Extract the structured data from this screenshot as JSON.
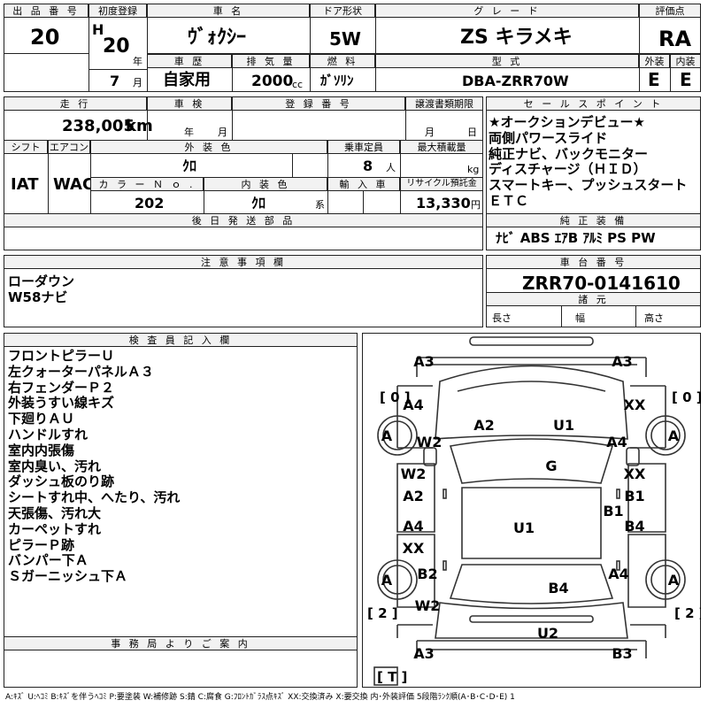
{
  "header": {
    "lot_label": "出 品 番 号",
    "lot_value": "20",
    "first_reg_label": "初度登録",
    "era": "H",
    "year": "20",
    "year_unit": "年",
    "month": "7",
    "month_unit": "月",
    "car_name_label": "車 名",
    "car_name": "ｳﾞｫｸｼｰ",
    "door_label": "ドア形状",
    "door": "5W",
    "grade_label": "グ レ ー ド",
    "grade": "ZS キラメキ",
    "score_label": "評価点",
    "score": "RA",
    "history_label": "車 歴",
    "history": "自家用",
    "displacement_label": "排 気 量",
    "displacement": "2000",
    "displacement_unit": "cc",
    "fuel_label": "燃 料",
    "fuel": "ｶﾞｿﾘﾝ",
    "model_label": "型 式",
    "model": "DBA-ZRR70W",
    "exterior_label": "外装",
    "exterior": "E",
    "interior_label": "内装",
    "interior": "E"
  },
  "row2": {
    "mileage_label": "走 行",
    "mileage": "238,005",
    "mileage_unit": "km",
    "inspection_label": "車 検",
    "inspection_year_unit": "年",
    "inspection_month_unit": "月",
    "reg_no_label": "登 録 番 号",
    "transfer_label": "譲渡書類期限",
    "transfer_month_unit": "月",
    "transfer_day_unit": "日",
    "shift_label": "シフト",
    "shift": "IAT",
    "ac_label": "エアコン",
    "ac": "WAC",
    "ext_color_label": "外 装 色",
    "ext_color": "ｸﾛ",
    "capacity_label": "乗車定員",
    "capacity": "8",
    "capacity_unit": "人",
    "max_load_label": "最大積載量",
    "max_load_unit": "kg",
    "color_no_label": "カ ラ ー Ｎ ｏ .",
    "color_no": "202",
    "int_color_label": "内 装 色",
    "int_color": "ｸﾛ",
    "int_color_unit": "系",
    "import_label": "輸 入 車",
    "recycle_label": "リサイクル預託金",
    "recycle": "13,330",
    "recycle_unit": "円",
    "later_parts_label": "後 日 発 送 部 品"
  },
  "sales_points": {
    "label": "セ ー ル ス ポ イ ン ト",
    "lines": [
      "★オークションデビュー★",
      "両側パワースライド",
      "純正ナビ、バックモニター",
      "ディスチャージ（ＨＩＤ）",
      "スマートキー、プッシュスタート",
      "ＥＴＣ"
    ]
  },
  "equipment": {
    "label": "純 正 装 備",
    "value": "ﾅﾋﾞ ABS ｴｱB ｱﾙﾐ PS PW"
  },
  "notes": {
    "label": "注 意 事 項 欄",
    "lines": [
      "ローダウン",
      "W58ナビ"
    ]
  },
  "chassis": {
    "label": "車 台 番 号",
    "value": "ZRR70-0141610",
    "spec_label": "諸 元",
    "length_label": "長さ",
    "width_label": "幅",
    "height_label": "高さ"
  },
  "inspector": {
    "label": "検 査 員 記 入 欄",
    "lines": [
      "フロントピラーＵ",
      "左クォーターパネルＡ３",
      "右フェンダーＰ２",
      "外装うすい線キズ",
      "下廻りＡＵ",
      "ハンドルすれ",
      "室内内張傷",
      "室内臭い、汚れ",
      "ダッシュ板のり跡",
      "シートすれ中、へたり、汚れ",
      "天張傷、汚れ大",
      "カーペットすれ",
      "ピラーＰ跡",
      "バンパー下Ａ",
      "Ｓガーニッシュ下Ａ"
    ]
  },
  "office": {
    "label": "事 務 局 よ り ご 案 内"
  },
  "legend": "A:ｷｽﾞ U:ﾍｺﾐ B:ｷｽﾞを伴うﾍｺﾐ P:要塗装 W:補修跡 S:錆 C:腐食 G:ﾌﾛﾝﾄｶﾞﾗｽ点ｷｽﾞ XX:交換済み X:要交換 内･外装評価 5段階ﾗﾝｸ順(A･B･C･D･E) 1",
  "diagram": {
    "marks": [
      "A3",
      "A3",
      "A4",
      "XX",
      "A",
      "W2",
      "A2",
      "U1",
      "A4",
      "A",
      "W2",
      "G",
      "XX",
      "A2",
      "B1",
      "B1",
      "A4",
      "U1",
      "B4",
      "XX",
      "A",
      "B2",
      "A4",
      "A",
      "B4",
      "W2",
      "U2",
      "A3",
      "B3"
    ],
    "tires": [
      "[ 0 ]",
      "[ 0 ]",
      "[ 2 ]",
      "[ 2 ]",
      "[ T ]"
    ],
    "wheel_letter": "A"
  }
}
